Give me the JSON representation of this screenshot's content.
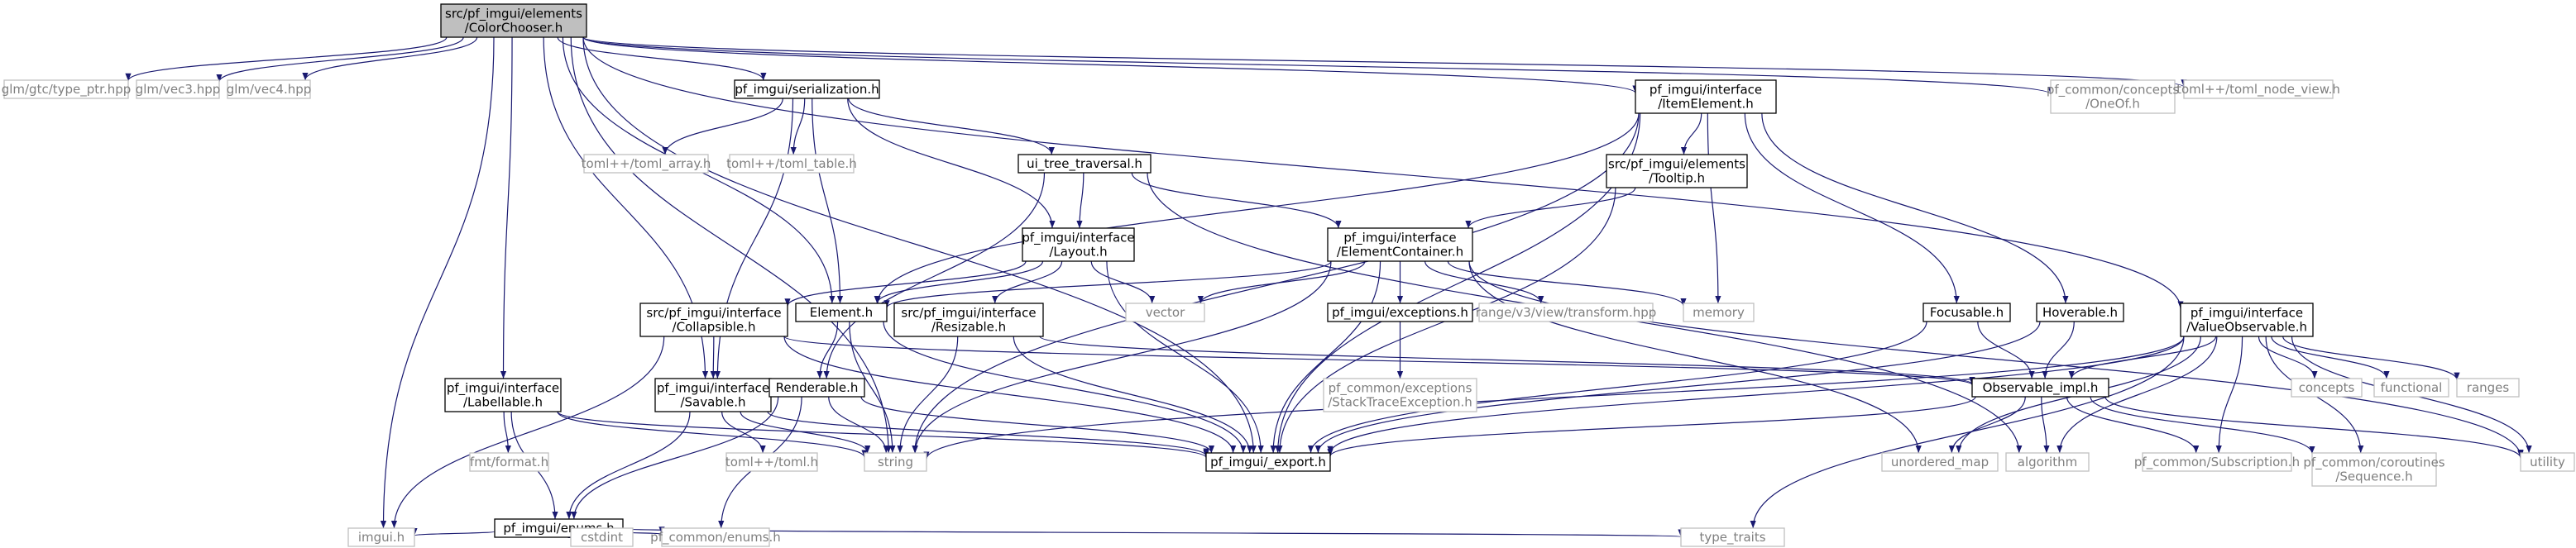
{
  "colors": {
    "edge": "#191970",
    "node_fill": "#ffffff",
    "node_border": "#000000",
    "external_border": "#bfbfbf",
    "external_text": "#7f7f7f",
    "root_fill": "#bfbfbf",
    "text": "#000000"
  },
  "nodes": [
    {
      "id": "root",
      "lines": [
        "src/pf_imgui/elements",
        "/ColorChooser.h"
      ],
      "kind": "root"
    },
    {
      "id": "type_ptr",
      "lines": [
        "glm/gtc/type_ptr.hpp"
      ],
      "kind": "external"
    },
    {
      "id": "vec3",
      "lines": [
        "glm/vec3.hpp"
      ],
      "kind": "external"
    },
    {
      "id": "vec4",
      "lines": [
        "glm/vec4.hpp"
      ],
      "kind": "external"
    },
    {
      "id": "serialization",
      "lines": [
        "pf_imgui/serialization.h"
      ],
      "kind": "internal"
    },
    {
      "id": "item_element",
      "lines": [
        "pf_imgui/interface",
        "/ItemElement.h"
      ],
      "kind": "internal"
    },
    {
      "id": "oneof",
      "lines": [
        "pf_common/concepts",
        "/OneOf.h"
      ],
      "kind": "external"
    },
    {
      "id": "toml_node_view",
      "lines": [
        "toml++/toml_node_view.h"
      ],
      "kind": "external"
    },
    {
      "id": "toml_array",
      "lines": [
        "toml++/toml_array.h"
      ],
      "kind": "external"
    },
    {
      "id": "toml_table",
      "lines": [
        "toml++/toml_table.h"
      ],
      "kind": "external"
    },
    {
      "id": "ui_tree",
      "lines": [
        "ui_tree_traversal.h"
      ],
      "kind": "internal"
    },
    {
      "id": "tooltip",
      "lines": [
        "src/pf_imgui/elements",
        "/Tooltip.h"
      ],
      "kind": "internal"
    },
    {
      "id": "layout",
      "lines": [
        "pf_imgui/interface",
        "/Layout.h"
      ],
      "kind": "internal"
    },
    {
      "id": "element_container",
      "lines": [
        "pf_imgui/interface",
        "/ElementContainer.h"
      ],
      "kind": "internal"
    },
    {
      "id": "collapsible",
      "lines": [
        "src/pf_imgui/interface",
        "/Collapsible.h"
      ],
      "kind": "internal"
    },
    {
      "id": "element",
      "lines": [
        "Element.h"
      ],
      "kind": "internal"
    },
    {
      "id": "resizable",
      "lines": [
        "src/pf_imgui/interface",
        "/Resizable.h"
      ],
      "kind": "internal"
    },
    {
      "id": "vector",
      "lines": [
        "vector"
      ],
      "kind": "external"
    },
    {
      "id": "exceptions",
      "lines": [
        "pf_imgui/exceptions.h"
      ],
      "kind": "internal"
    },
    {
      "id": "range_transform",
      "lines": [
        "range/v3/view/transform.hpp"
      ],
      "kind": "external"
    },
    {
      "id": "memory",
      "lines": [
        "memory"
      ],
      "kind": "external"
    },
    {
      "id": "focusable",
      "lines": [
        "Focusable.h"
      ],
      "kind": "internal"
    },
    {
      "id": "hoverable",
      "lines": [
        "Hoverable.h"
      ],
      "kind": "internal"
    },
    {
      "id": "value_observable",
      "lines": [
        "pf_imgui/interface",
        "/ValueObservable.h"
      ],
      "kind": "internal"
    },
    {
      "id": "stack_trace",
      "lines": [
        "pf_common/exceptions",
        "/StackTraceException.h"
      ],
      "kind": "external"
    },
    {
      "id": "labellable",
      "lines": [
        "pf_imgui/interface",
        "/Labellable.h"
      ],
      "kind": "internal"
    },
    {
      "id": "savable",
      "lines": [
        "pf_imgui/interface",
        "/Savable.h"
      ],
      "kind": "internal"
    },
    {
      "id": "renderable",
      "lines": [
        "Renderable.h"
      ],
      "kind": "internal"
    },
    {
      "id": "observable_impl",
      "lines": [
        "Observable_impl.h"
      ],
      "kind": "internal"
    },
    {
      "id": "concepts",
      "lines": [
        "concepts"
      ],
      "kind": "external"
    },
    {
      "id": "functional",
      "lines": [
        "functional"
      ],
      "kind": "external"
    },
    {
      "id": "ranges",
      "lines": [
        "ranges"
      ],
      "kind": "external"
    },
    {
      "id": "fmt_format",
      "lines": [
        "fmt/format.h"
      ],
      "kind": "external"
    },
    {
      "id": "toml_h",
      "lines": [
        "toml++/toml.h"
      ],
      "kind": "external"
    },
    {
      "id": "string",
      "lines": [
        "string"
      ],
      "kind": "external"
    },
    {
      "id": "export",
      "lines": [
        "pf_imgui/_export.h"
      ],
      "kind": "internal"
    },
    {
      "id": "unordered_map",
      "lines": [
        "unordered_map"
      ],
      "kind": "external"
    },
    {
      "id": "algorithm",
      "lines": [
        "algorithm"
      ],
      "kind": "external"
    },
    {
      "id": "subscription",
      "lines": [
        "pf_common/Subscription.h"
      ],
      "kind": "external"
    },
    {
      "id": "sequence",
      "lines": [
        "pf_common/coroutines",
        "/Sequence.h"
      ],
      "kind": "external"
    },
    {
      "id": "utility",
      "lines": [
        "utility"
      ],
      "kind": "external"
    },
    {
      "id": "enums",
      "lines": [
        "pf_imgui/enums.h"
      ],
      "kind": "internal"
    },
    {
      "id": "imgui",
      "lines": [
        "imgui.h"
      ],
      "kind": "external"
    },
    {
      "id": "cstdint",
      "lines": [
        "cstdint"
      ],
      "kind": "external"
    },
    {
      "id": "common_enums",
      "lines": [
        "pf_common/enums.h"
      ],
      "kind": "external"
    },
    {
      "id": "type_traits",
      "lines": [
        "type_traits"
      ],
      "kind": "external"
    }
  ],
  "edges": [
    [
      "root",
      "type_ptr"
    ],
    [
      "root",
      "vec3"
    ],
    [
      "root",
      "vec4"
    ],
    [
      "root",
      "serialization"
    ],
    [
      "root",
      "item_element"
    ],
    [
      "root",
      "oneof"
    ],
    [
      "root",
      "toml_node_view"
    ],
    [
      "root",
      "value_observable"
    ],
    [
      "root",
      "labellable"
    ],
    [
      "root",
      "savable"
    ],
    [
      "root",
      "string"
    ],
    [
      "root",
      "export"
    ],
    [
      "root",
      "imgui"
    ],
    [
      "root",
      "element"
    ],
    [
      "serialization",
      "toml_array"
    ],
    [
      "serialization",
      "toml_table"
    ],
    [
      "serialization",
      "ui_tree"
    ],
    [
      "serialization",
      "layout"
    ],
    [
      "serialization",
      "element"
    ],
    [
      "serialization",
      "savable"
    ],
    [
      "item_element",
      "tooltip"
    ],
    [
      "item_element",
      "focusable"
    ],
    [
      "item_element",
      "hoverable"
    ],
    [
      "item_element",
      "memory"
    ],
    [
      "item_element",
      "element"
    ],
    [
      "item_element",
      "string"
    ],
    [
      "item_element",
      "export"
    ],
    [
      "ui_tree",
      "layout"
    ],
    [
      "ui_tree",
      "element_container"
    ],
    [
      "ui_tree",
      "algorithm"
    ],
    [
      "ui_tree",
      "renderable"
    ],
    [
      "tooltip",
      "element_container"
    ],
    [
      "tooltip",
      "export"
    ],
    [
      "layout",
      "collapsible"
    ],
    [
      "layout",
      "element"
    ],
    [
      "layout",
      "resizable"
    ],
    [
      "layout",
      "vector"
    ],
    [
      "layout",
      "export"
    ],
    [
      "element_container",
      "element"
    ],
    [
      "element_container",
      "vector"
    ],
    [
      "element_container",
      "exceptions"
    ],
    [
      "element_container",
      "range_transform"
    ],
    [
      "element_container",
      "memory"
    ],
    [
      "element_container",
      "string"
    ],
    [
      "element_container",
      "export"
    ],
    [
      "element_container",
      "unordered_map"
    ],
    [
      "element_container",
      "utility"
    ],
    [
      "collapsible",
      "savable"
    ],
    [
      "collapsible",
      "observable_impl"
    ],
    [
      "collapsible",
      "export"
    ],
    [
      "collapsible",
      "imgui"
    ],
    [
      "element",
      "renderable"
    ],
    [
      "element",
      "string"
    ],
    [
      "element",
      "export"
    ],
    [
      "resizable",
      "string"
    ],
    [
      "resizable",
      "export"
    ],
    [
      "resizable",
      "observable_impl"
    ],
    [
      "exceptions",
      "stack_trace"
    ],
    [
      "focusable",
      "observable_impl"
    ],
    [
      "focusable",
      "export"
    ],
    [
      "hoverable",
      "observable_impl"
    ],
    [
      "hoverable",
      "export"
    ],
    [
      "value_observable",
      "observable_impl"
    ],
    [
      "value_observable",
      "concepts"
    ],
    [
      "value_observable",
      "functional"
    ],
    [
      "value_observable",
      "ranges"
    ],
    [
      "value_observable",
      "algorithm"
    ],
    [
      "value_observable",
      "subscription"
    ],
    [
      "value_observable",
      "sequence"
    ],
    [
      "value_observable",
      "utility"
    ],
    [
      "value_observable",
      "unordered_map"
    ],
    [
      "value_observable",
      "export"
    ],
    [
      "value_observable",
      "string"
    ],
    [
      "value_observable",
      "type_traits"
    ],
    [
      "labellable",
      "enums"
    ],
    [
      "labellable",
      "fmt_format"
    ],
    [
      "labellable",
      "string"
    ],
    [
      "labellable",
      "export"
    ],
    [
      "savable",
      "enums"
    ],
    [
      "savable",
      "toml_h"
    ],
    [
      "savable",
      "string"
    ],
    [
      "savable",
      "export"
    ],
    [
      "renderable",
      "enums"
    ],
    [
      "renderable",
      "string"
    ],
    [
      "renderable",
      "export"
    ],
    [
      "renderable",
      "common_enums"
    ],
    [
      "observable_impl",
      "unordered_map"
    ],
    [
      "observable_impl",
      "algorithm"
    ],
    [
      "observable_impl",
      "subscription"
    ],
    [
      "observable_impl",
      "sequence"
    ],
    [
      "observable_impl",
      "utility"
    ],
    [
      "observable_impl",
      "export"
    ],
    [
      "enums",
      "imgui"
    ],
    [
      "enums",
      "cstdint"
    ],
    [
      "enums",
      "common_enums"
    ],
    [
      "enums",
      "type_traits"
    ]
  ]
}
